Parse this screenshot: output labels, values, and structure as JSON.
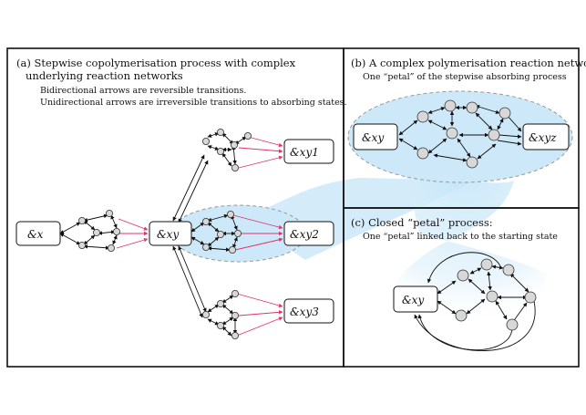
{
  "panels": {
    "a": {
      "title_line1": "(a) Stepwise copolymerisation process with complex",
      "title_line2": "underlying reaction networks",
      "note1": "Bidirectional arrows are reversible transitions.",
      "note2": "Unidirectional arrows are irreversible transitions to absorbing states."
    },
    "b": {
      "title": "(b) A complex polymerisation reaction network:",
      "subtitle": "One “petal” of the stepwise absorbing process"
    },
    "c": {
      "title": "(c) Closed “petal” process:",
      "subtitle": "One “petal” linked back to the starting state"
    }
  },
  "states": {
    "x": "&x",
    "xy": "&xy",
    "xy1": "&xy1",
    "xy2": "&xy2",
    "xy3": "&xy3",
    "xyz": "&xyz"
  },
  "colors": {
    "irreversible_arrow": "#e0336b",
    "reversible_arrow": "#111111",
    "highlight": "#bfe3f8",
    "node_fill": "#d8d8d8",
    "ellipse_stroke": "#999999"
  }
}
